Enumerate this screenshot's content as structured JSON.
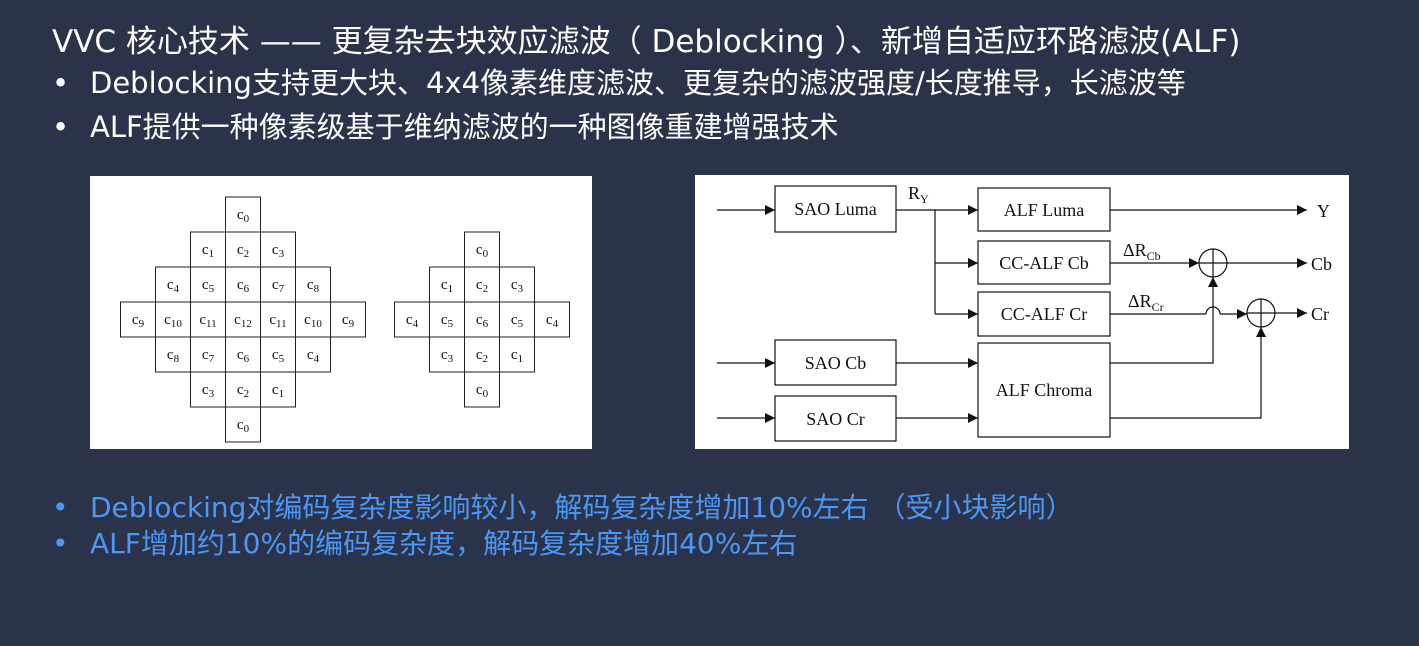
{
  "slide": {
    "title": "VVC 核心技术 —— 更复杂去块效应滤波（ Deblocking ）、新增自适应环路滤波(ALF)",
    "bullet_symbol": "•",
    "top_bullets": [
      "Deblocking支持更大块、4x4像素维度滤波、更复杂的滤波强度/长度推导，长滤波等",
      "ALF提供一种像素级基于维纳滤波的一种图像重建增强技术"
    ],
    "bottom_bullets": [
      "Deblocking对编码复杂度影响较小，解码复杂度增加10%左右 （受小块影响）",
      "ALF增加约10%的编码复杂度，解码复杂度增加40%左右"
    ],
    "colors": {
      "background": "#2b334a",
      "text": "#ffffff",
      "accent": "#4a97f5"
    }
  },
  "filters": {
    "diamond7x7": {
      "rows": [
        [
          "0"
        ],
        [
          "1",
          "2",
          "3"
        ],
        [
          "4",
          "5",
          "6",
          "7",
          "8"
        ],
        [
          "9",
          "10",
          "11",
          "12",
          "11",
          "10",
          "9"
        ],
        [
          "8",
          "7",
          "6",
          "5",
          "4"
        ],
        [
          "3",
          "2",
          "1"
        ],
        [
          "0"
        ]
      ]
    },
    "diamond5x5": {
      "rows": [
        [
          "0"
        ],
        [
          "1",
          "2",
          "3"
        ],
        [
          "4",
          "5",
          "6",
          "5",
          "4"
        ],
        [
          "3",
          "2",
          "1"
        ],
        [
          "0"
        ]
      ]
    }
  },
  "block_diagram": {
    "blocks": {
      "sao_luma": "SAO Luma",
      "alf_luma": "ALF Luma",
      "cc_alf_cb": "CC-ALF Cb",
      "cc_alf_cr": "CC-ALF Cr",
      "sao_cb": "SAO Cb",
      "sao_cr": "SAO Cr",
      "alf_chroma": "ALF Chroma"
    },
    "labels": {
      "ry_main": "R",
      "ry_sub": "Y",
      "drcb_main": "ΔR",
      "drcb_sub": "Cb",
      "drcr_main": "ΔR",
      "drcr_sub": "Cr"
    },
    "outputs": {
      "y": "Y",
      "cb": "Cb",
      "cr": "Cr"
    }
  }
}
